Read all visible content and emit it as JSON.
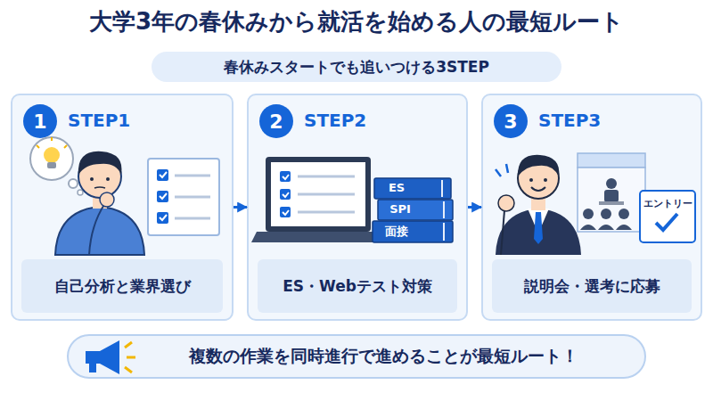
{
  "diagram": {
    "title": "大学3年の春休みから就活を始める人の最短ルート",
    "nodes": [
      {
        "text": [
          "春休みスタートでも追いつける3STEP"
        ]
      },
      {
        "text": [
          "STEP1"
        ]
      },
      {
        "text": [
          "1"
        ],
        "in": 1
      },
      {
        "text": [
          "自己分析と業界選び"
        ],
        "in": 1
      },
      {
        "text": [
          "STEP2"
        ]
      },
      {
        "text": [
          "2"
        ],
        "in": 4
      },
      {
        "text": [
          "ES・Webテスト対策"
        ],
        "in": 4
      },
      {
        "text": [
          "STEP3"
        ]
      },
      {
        "text": [
          "3"
        ],
        "in": 7
      },
      {
        "text": [
          "説明会・選考に応募"
        ],
        "in": 7
      },
      {
        "text": [
          "複数の作業を同時進行で進めることが最短ルート！"
        ]
      }
    ],
    "edges": [
      {
        "from": 1,
        "to": 4,
        "arrow": "to"
      },
      {
        "from": 4,
        "to": 7,
        "arrow": "to"
      }
    ],
    "labels": [
      "ES",
      "SPI",
      "面接",
      "エントリー"
    ]
  }
}
